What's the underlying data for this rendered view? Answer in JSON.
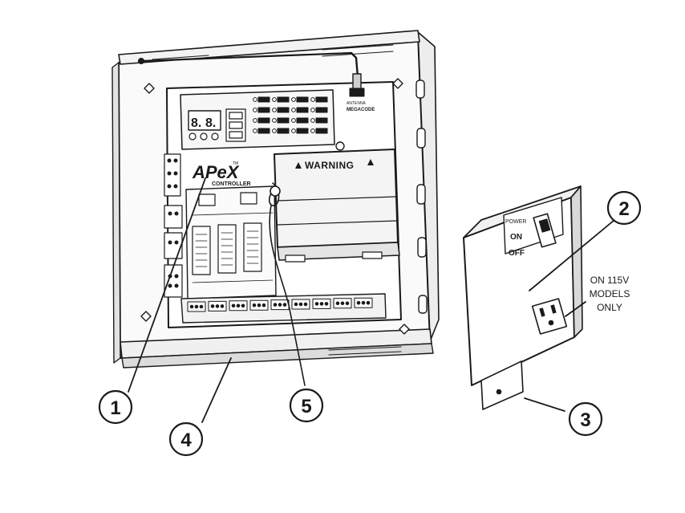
{
  "diagram": {
    "brand": {
      "main": "APeX",
      "sub": "CONTROLLER",
      "tm": "TM"
    },
    "warning_label": "WARNING",
    "antenna_label": "ANTENNA",
    "megacode_label": "MEGACODE",
    "display_digits": [
      "8.",
      "8."
    ],
    "power_box": {
      "power_label": "POWER",
      "on_label": "ON",
      "off_label": "OFF"
    },
    "note_lines": [
      "ON 115V",
      "MODELS",
      "ONLY"
    ],
    "callouts": [
      {
        "number": "1"
      },
      {
        "number": "2"
      },
      {
        "number": "3"
      },
      {
        "number": "4"
      },
      {
        "number": "5"
      }
    ]
  },
  "colors": {
    "line": "#1a1a1a",
    "fill_light": "#ffffff",
    "fill_shade": "#e6e6e6",
    "fill_dark": "#cfcfcf"
  }
}
